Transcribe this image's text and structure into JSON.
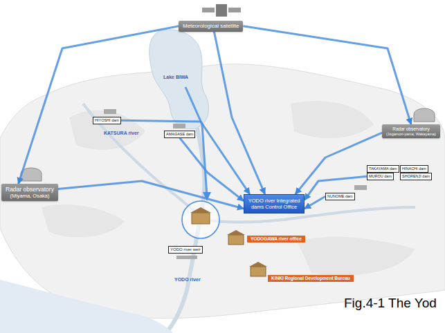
{
  "diagram": {
    "caption": "Fig.4-1 The Yod",
    "nodes": [
      {
        "text": [
          "Meteorological satellite"
        ]
      },
      {
        "text": [
          "Radar observatory",
          "(Miyama, Osaka)"
        ]
      },
      {
        "text": [
          "HIYOSHI dam"
        ]
      },
      {
        "text": [
          "AMAGASE dam"
        ]
      },
      {
        "text": [
          "Radar observatory",
          "(Jogamori-yama, Wakayama)"
        ]
      },
      {
        "text": [
          "TAKAYAMA dam"
        ]
      },
      {
        "text": [
          "HINACHI dam"
        ]
      },
      {
        "text": [
          "MUROU dam"
        ]
      },
      {
        "text": [
          "SHORENJI dam"
        ]
      },
      {
        "text": [
          "NUNOME dam"
        ]
      },
      {
        "text": [
          "YODO river Integrated dams Control Office"
        ]
      },
      {
        "text": [
          "YODOGAWA river office"
        ]
      },
      {
        "text": [
          "YODO river weir"
        ]
      },
      {
        "text": [
          "KINKI Regional Development Bureau"
        ]
      }
    ],
    "edges": [
      {
        "from": 0,
        "to": 10,
        "arrow": "to"
      },
      {
        "from": 1,
        "to": 10,
        "arrow": "to"
      },
      {
        "from": 2,
        "to": 10,
        "arrow": "to"
      },
      {
        "from": 3,
        "to": 10,
        "arrow": "to"
      },
      {
        "from": 4,
        "to": 10,
        "arrow": "to"
      },
      {
        "from": 7,
        "to": 10,
        "arrow": "to"
      },
      {
        "from": 9,
        "to": 10,
        "arrow": "to"
      },
      {
        "from": 0,
        "to": 1,
        "arrow": "to"
      },
      {
        "from": 0,
        "to": 4,
        "arrow": "to"
      }
    ],
    "labels": [
      "Lake BIWA",
      "KATSURA river",
      "YODO river"
    ]
  }
}
